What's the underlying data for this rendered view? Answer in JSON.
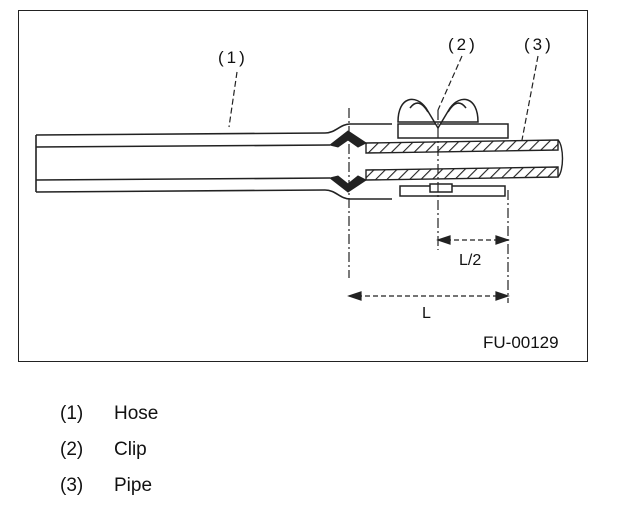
{
  "figure": {
    "callouts": [
      "(1)",
      "(2)",
      "(3)"
    ],
    "dimension_half": "L/2",
    "dimension_full": "L",
    "code": "FU-00129"
  },
  "legend": [
    {
      "num": "(1)",
      "label": "Hose"
    },
    {
      "num": "(2)",
      "label": "Clip"
    },
    {
      "num": "(3)",
      "label": "Pipe"
    }
  ]
}
